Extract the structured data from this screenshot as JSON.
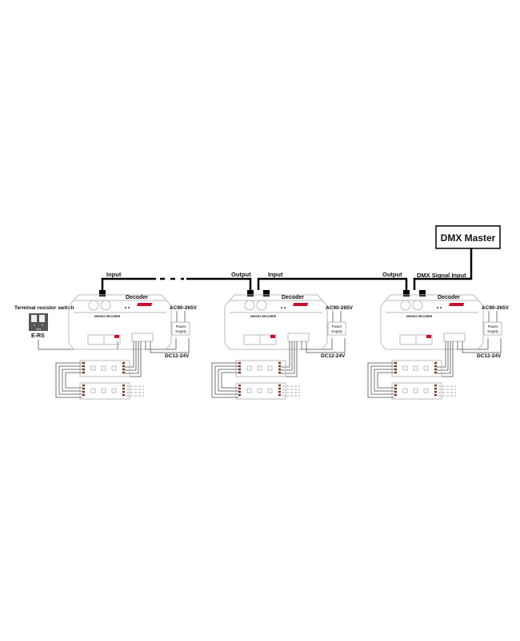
{
  "dmx_master": {
    "label": "DMX  Master",
    "signal_input_label": "DMX Signal  Input"
  },
  "terminal_switch": {
    "title": "Terminal resistor switch",
    "pos1": "1",
    "pos2": "2",
    "on_label": "ON",
    "name": "E-RS"
  },
  "links": [
    {
      "input_label": "Input",
      "output_label": "Output"
    },
    {
      "input_label": "Input",
      "output_label": "Output"
    }
  ],
  "units": [
    {
      "decoder_label": "Decoder",
      "model_label": "DMX512 DECODER",
      "ac_label": "AC90-265V",
      "psu_label_1": "Power",
      "psu_label_2": "Supply",
      "dc_label": "DC12-24V"
    },
    {
      "decoder_label": "Decoder",
      "model_label": "DMX512 DECODER",
      "ac_label": "AC90-265V",
      "psu_label_1": "Power",
      "psu_label_2": "Supply",
      "dc_label": "DC12-24V"
    },
    {
      "decoder_label": "Decoder",
      "model_label": "DMX512 DECODER",
      "ac_label": "AC90-265V",
      "psu_label_1": "Power",
      "psu_label_2": "Supply",
      "dc_label": "DC12-24V"
    }
  ],
  "colors": {
    "accent_red": "#c8102e",
    "line": "#000000"
  }
}
